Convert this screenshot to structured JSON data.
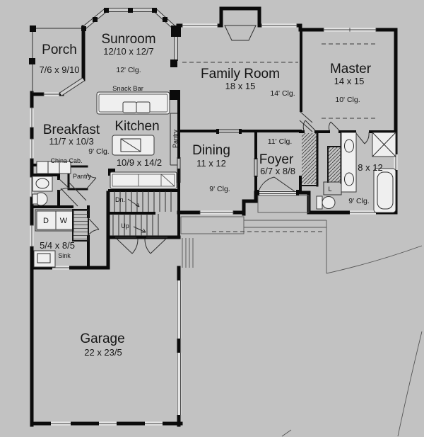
{
  "colors": {
    "background": "#c2c2c2",
    "wall": "#0b0b0b",
    "line": "#2e2e2e",
    "fixture_fill": "#efefef",
    "text": "#161616"
  },
  "rooms": {
    "porch": {
      "name": "Porch",
      "dims": "7/6 x 9/10"
    },
    "sunroom": {
      "name": "Sunroom",
      "dims": "12/10 x 12/7",
      "ceiling": "12' Clg."
    },
    "family_room": {
      "name": "Family Room",
      "dims": "18 x 15",
      "ceiling": "14' Clg."
    },
    "master": {
      "name": "Master",
      "dims": "14 x 15",
      "ceiling": "10' Clg."
    },
    "breakfast": {
      "name": "Breakfast",
      "dims": "11/7 x 10/3",
      "ceiling": "9' Clg."
    },
    "kitchen": {
      "name": "Kitchen",
      "dims": "10/9 x 14/2"
    },
    "dining": {
      "name": "Dining",
      "dims": "11 x 12",
      "ceiling": "9' Clg."
    },
    "foyer": {
      "name": "Foyer",
      "dims": "6/7 x 8/8",
      "ceiling": "11' Clg."
    },
    "master_bath": {
      "dims": "8 x 12",
      "ceiling": "9' Clg."
    },
    "laundry": {
      "dims": "5/4 x 8/5"
    },
    "garage": {
      "name": "Garage",
      "dims": "22 x 23/5"
    }
  },
  "labels": {
    "snack_bar": "Snack Bar",
    "china_cabinet": "China Cab.",
    "pantry_kitchen": "Pantry",
    "pantry_hall": "Pantry",
    "stairs_down": "Dn.",
    "stairs_up": "Up",
    "sink": "Sink",
    "dryer": "D",
    "washer": "W",
    "linen": "L"
  }
}
